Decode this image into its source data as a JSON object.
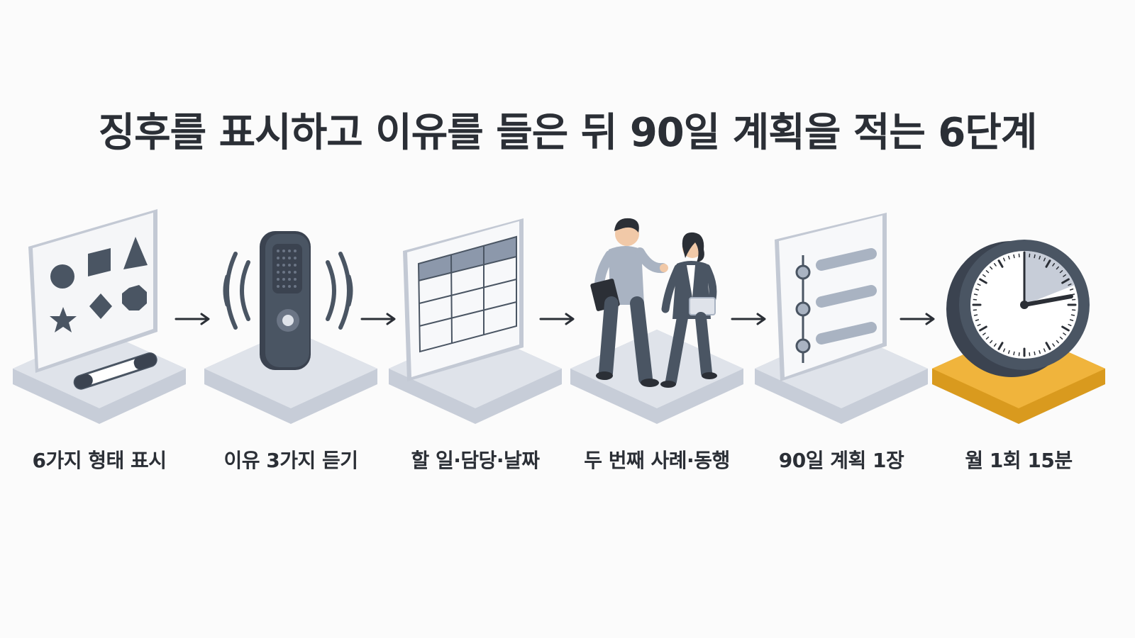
{
  "title": "징후를 표시하고 이유를 들은 뒤 90일 계획을 적는 6단계",
  "colors": {
    "platform": "#dfe3ea",
    "platform_side": "#c7cdd8",
    "platform_accent": "#f0b43c",
    "platform_accent_side": "#d99a1e",
    "dark": "#4a5563",
    "ink": "#2b2f36"
  },
  "steps": [
    {
      "label": "6가지 형태 표시",
      "icon": "whiteboard-shapes-icon"
    },
    {
      "label": "이유 3가지 듣기",
      "icon": "voice-recorder-icon"
    },
    {
      "label": "할 일·담당·날짜",
      "icon": "table-sheet-icon"
    },
    {
      "label": "두 번째 사례·동행",
      "icon": "two-people-walking-icon"
    },
    {
      "label": "90일 계획 1장",
      "icon": "plan-checklist-icon"
    },
    {
      "label": "월 1회 15분",
      "icon": "clock-icon"
    }
  ],
  "arrow_icon": "right-arrow-icon"
}
